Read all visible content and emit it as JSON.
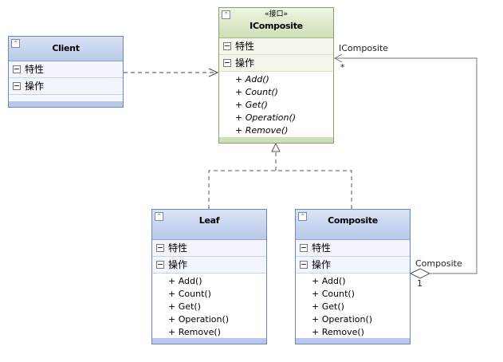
{
  "section_labels": {
    "attributes": "特性",
    "operations": "操作"
  },
  "icons": {
    "collapse": "double-chevron-up-icon",
    "section_toggle": "minus-box-icon"
  },
  "classes": {
    "client": {
      "name": "Client"
    },
    "icomposite": {
      "stereotype": "«接口»",
      "name": "IComposite",
      "operations": [
        "+ Add()",
        "+ Count()",
        "+ Get()",
        "+ Operation()",
        "+ Remove()"
      ]
    },
    "leaf": {
      "name": "Leaf",
      "operations": [
        "+ Add()",
        "+ Count()",
        "+ Get()",
        "+ Operation()",
        "+ Remove()"
      ]
    },
    "composite": {
      "name": "Composite",
      "operations": [
        "+ Add()",
        "+ Count()",
        "+ Get()",
        "+ Operation()",
        "+ Remove()"
      ]
    }
  },
  "association": {
    "target_role": "IComposite",
    "target_multiplicity": "*",
    "source_role": "Composite",
    "source_multiplicity": "1"
  },
  "colors": {
    "class_header": "#c6d4ef",
    "interface_header": "#dde9ca",
    "line": "#555555"
  }
}
